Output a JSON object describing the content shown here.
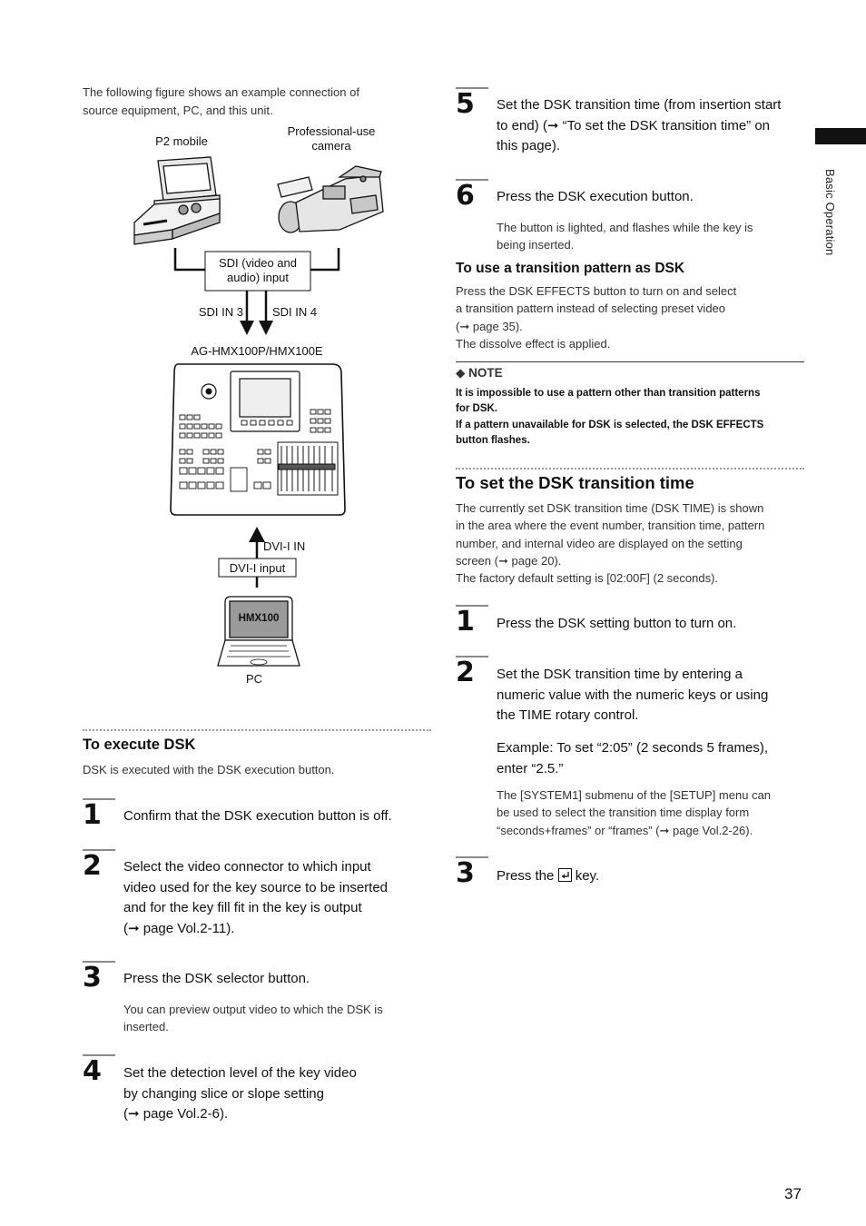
{
  "left": {
    "intro": [
      "The following figure shows an example connection of",
      "source equipment, PC, and this unit."
    ],
    "diagram": {
      "p2_label": "P2 mobile",
      "camera_label": [
        "Professional-use",
        "camera"
      ],
      "sdi_box": [
        "SDI (video and",
        "audio) input"
      ],
      "sdi_in3": "SDI IN 3",
      "sdi_in4": "SDI IN 4",
      "unit_label": "AG-HMX100P/HMX100E",
      "dvi_in": "DVI-I IN",
      "dvi_box": "DVI-I input",
      "pc_screen": "HMX100",
      "pc_label": "PC"
    },
    "execute": {
      "heading": "To execute DSK",
      "desc": "DSK is executed with the DSK execution button.",
      "steps": [
        {
          "num": "1",
          "lines": [
            "Confirm that the DSK execution button is off."
          ]
        },
        {
          "num": "2",
          "lines": [
            "Select the video connector to which input",
            "video used for the key source to be inserted",
            "and for the key fill fit in the key is output",
            "(➞ page Vol.2-11)."
          ]
        },
        {
          "num": "3",
          "lines": [
            "Press the DSK selector button."
          ],
          "note": [
            "You can preview output video to which the DSK is",
            "inserted."
          ]
        },
        {
          "num": "4",
          "lines": [
            "Set the detection level of the key video",
            "by changing slice or slope setting",
            "(➞ page Vol.2-6)."
          ]
        }
      ]
    }
  },
  "right": {
    "step5": {
      "num": "5",
      "lines": [
        "Set the DSK transition time (from insertion start",
        "to end) (➞ “To set the DSK transition time” on",
        "this page)."
      ]
    },
    "step6": {
      "num": "6",
      "lines": [
        "Press the DSK execution button."
      ],
      "note": [
        "The button is lighted, and flashes while the key is",
        "being inserted."
      ]
    },
    "pattern": {
      "heading": "To use a transition pattern as DSK",
      "lines": [
        "Press the DSK EFFECTS button to turn on and select",
        "a transition pattern instead of selecting preset video",
        "(➞ page 35).",
        "The dissolve effect is applied."
      ]
    },
    "note": {
      "title": "◆ NOTE",
      "lines": [
        "It is impossible to use a pattern other than transition patterns",
        "for DSK.",
        "If a pattern unavailable for DSK is selected, the DSK EFFECTS",
        "button flashes."
      ]
    },
    "transition": {
      "heading": "To set the DSK transition time",
      "lines": [
        "The currently set DSK transition time (DSK TIME) is shown",
        "in the area where the event number, transition time, pattern",
        "number, and internal video are displayed on the setting",
        "screen (➞ page 20).",
        "The factory default setting is [02:00F] (2 seconds)."
      ],
      "steps": [
        {
          "num": "1",
          "lines": [
            "Press the DSK setting button to turn on."
          ]
        },
        {
          "num": "2",
          "lines": [
            "Set the DSK transition time by entering a",
            "numeric value with the numeric keys or using",
            "the TIME rotary control."
          ],
          "example": [
            "Example: To set “2:05” (2 seconds 5 frames),",
            "enter “2.5.”"
          ],
          "note": [
            "The [SYSTEM1] submenu of the [SETUP] menu can",
            "be used to select the transition time display form",
            "“seconds+frames” or “frames” (➞ page Vol.2-26)."
          ]
        },
        {
          "num": "3",
          "before": "Press the",
          "after": "key."
        }
      ]
    }
  },
  "side_label": "Basic Operation",
  "page_number": "37"
}
